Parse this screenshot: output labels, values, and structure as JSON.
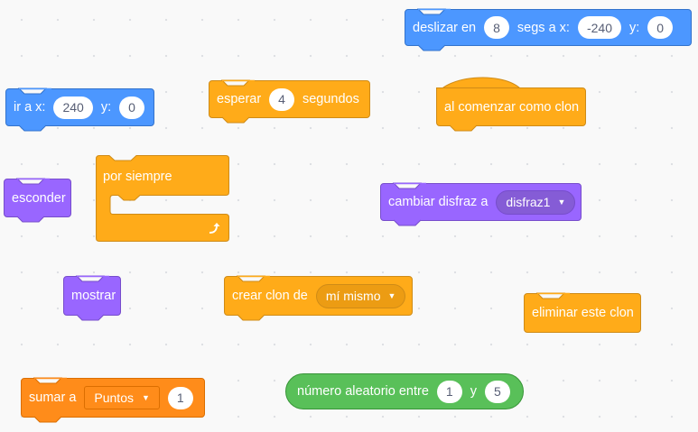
{
  "colors": {
    "motion": "#4c97ff",
    "control": "#ffab19",
    "looks": "#9966ff",
    "variables": "#ff8c1a",
    "operators": "#59c059",
    "canvas_dots": "#dcdee3"
  },
  "blocks": {
    "glide": {
      "label_a": "deslizar en",
      "secs": "8",
      "label_b": "segs a x:",
      "x": "-240",
      "label_c": "y:",
      "y": "0"
    },
    "goto": {
      "label_a": "ir a x:",
      "x": "240",
      "label_b": "y:",
      "y": "0"
    },
    "wait": {
      "label_a": "esperar",
      "secs": "4",
      "label_b": "segundos"
    },
    "clone_hat": {
      "label": "al comenzar como clon"
    },
    "hide": {
      "label": "esconder"
    },
    "forever": {
      "label": "por siempre",
      "loop_icon": "loop-arrow-icon"
    },
    "switch_costume": {
      "label": "cambiar disfraz a",
      "costume": "disfraz1"
    },
    "show": {
      "label": "mostrar"
    },
    "create_clone": {
      "label": "crear clon de",
      "target": "mí mismo"
    },
    "delete_clone": {
      "label": "eliminar este clon"
    },
    "change_var": {
      "label": "sumar a",
      "variable": "Puntos",
      "value": "1"
    },
    "random": {
      "label_a": "número aleatorio entre",
      "from": "1",
      "label_b": "y",
      "to": "5"
    }
  }
}
